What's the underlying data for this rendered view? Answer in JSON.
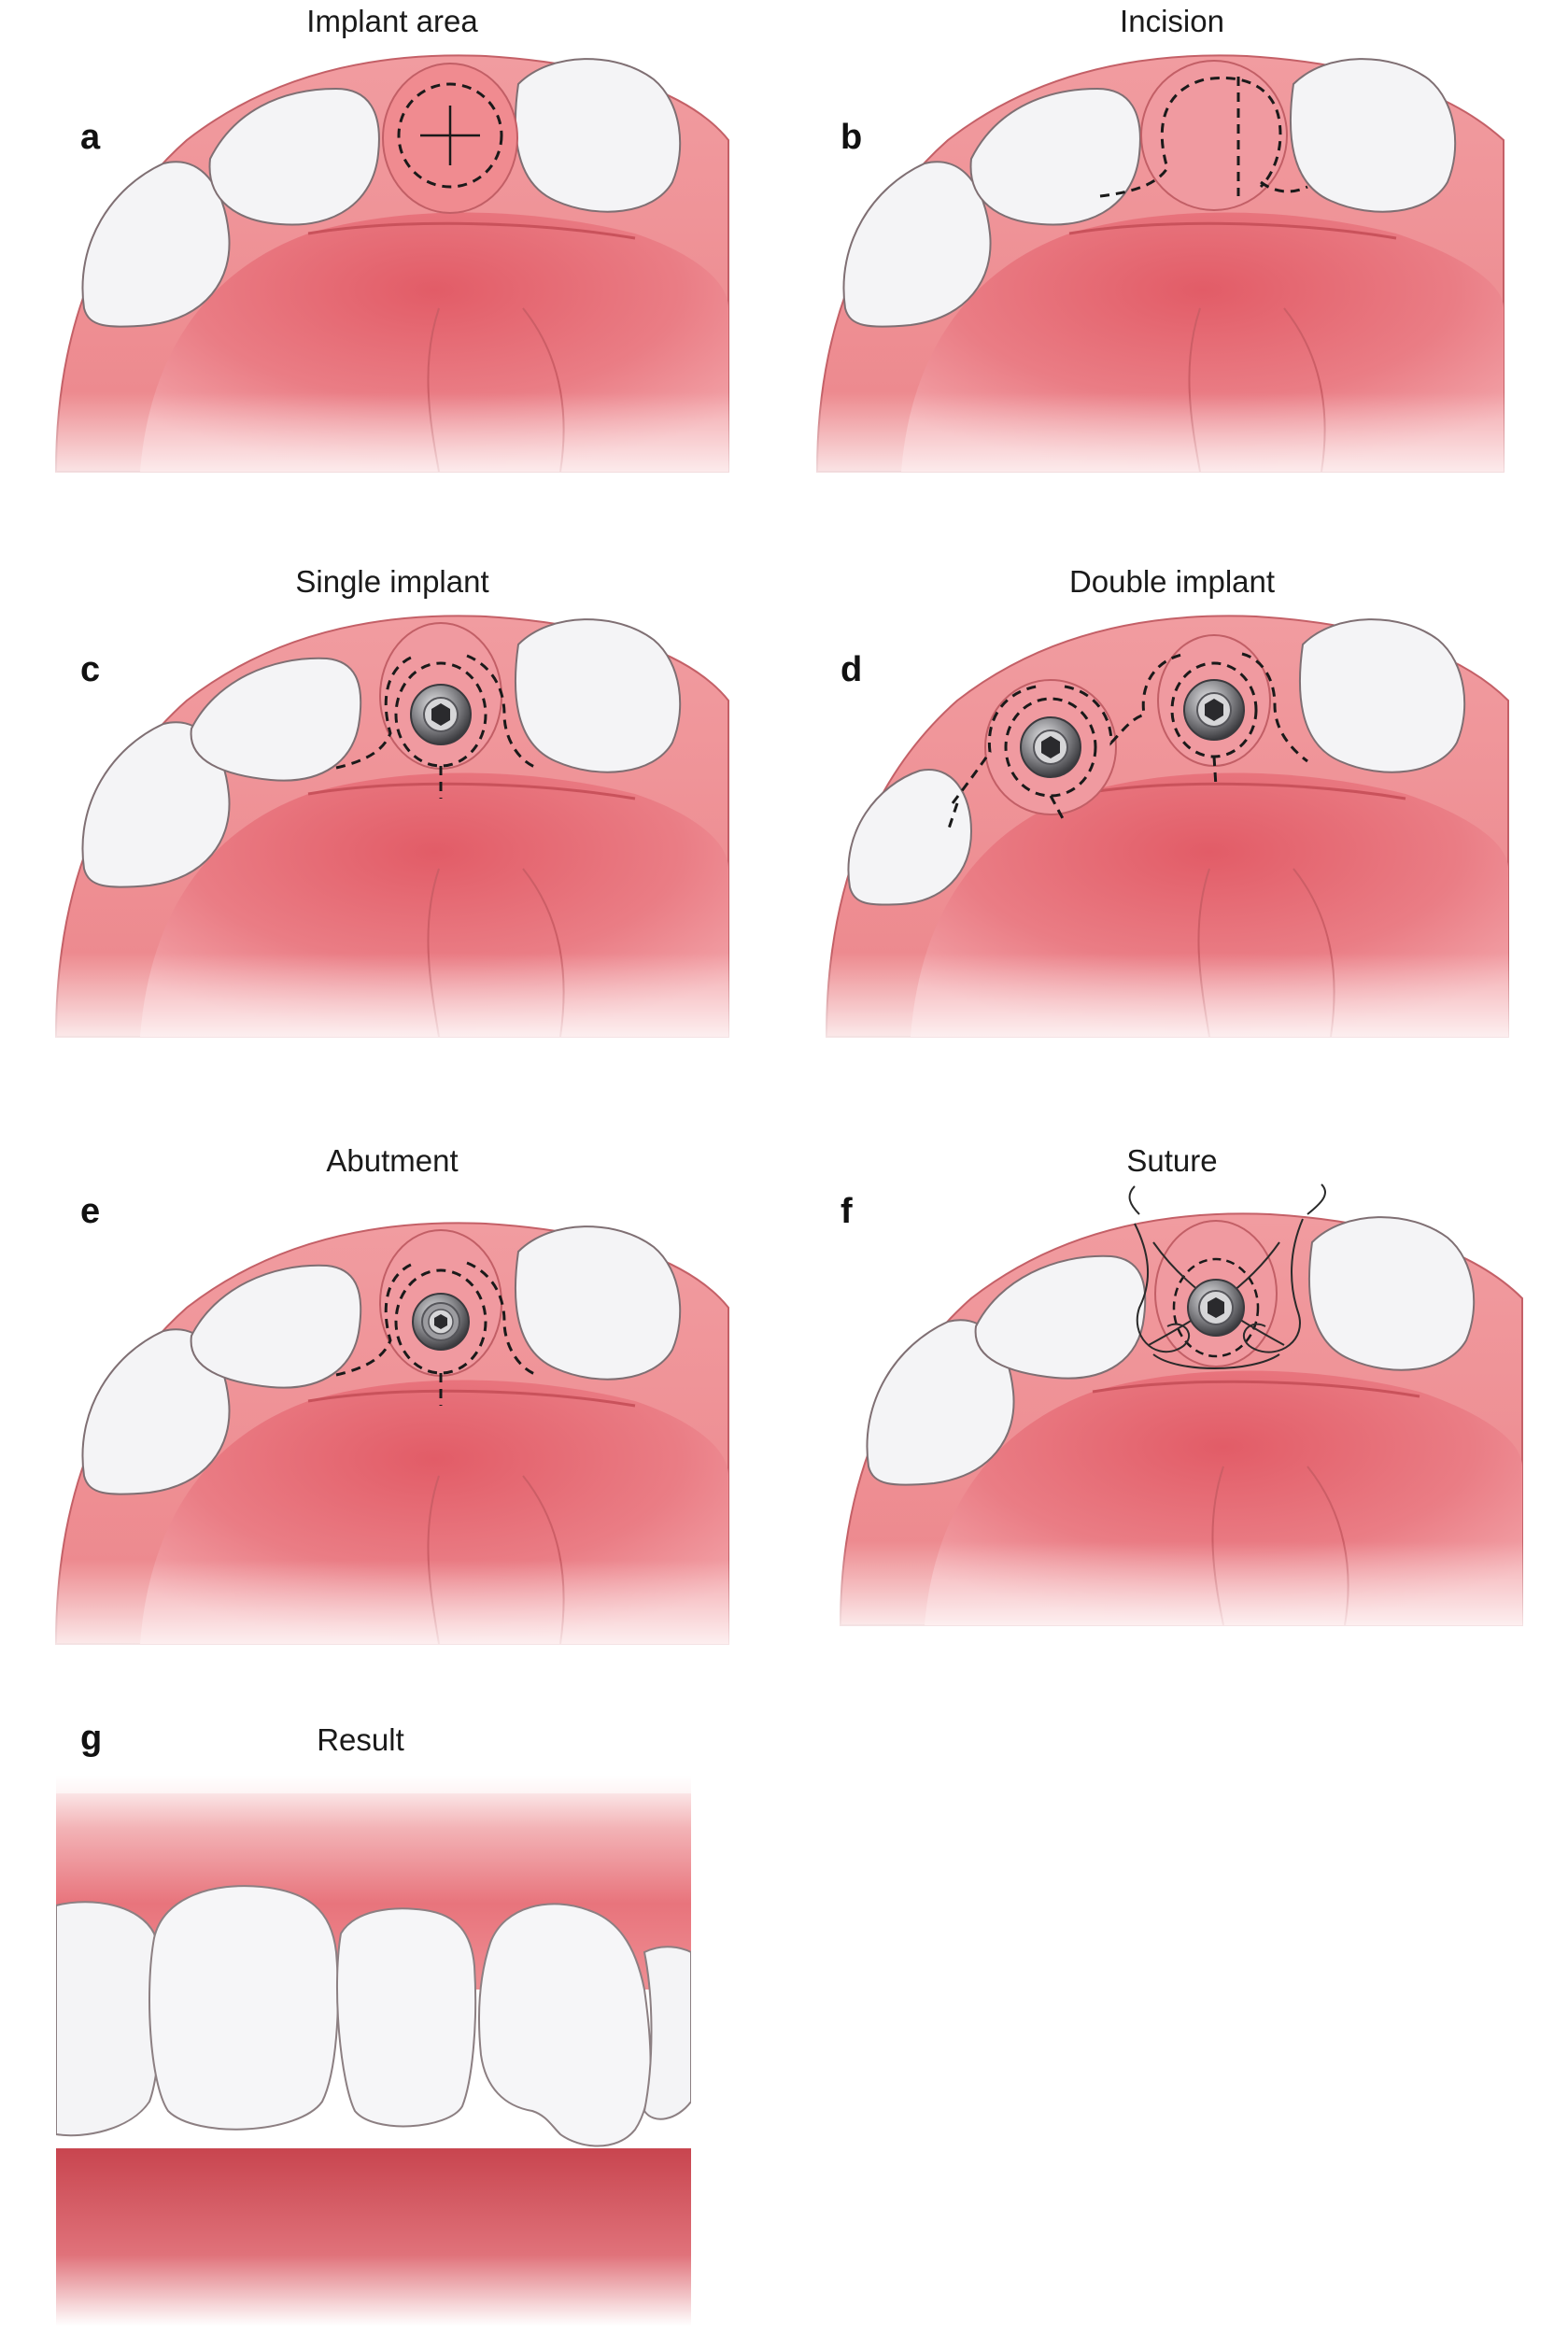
{
  "panels": [
    {
      "letter": "a",
      "title": "Implant area"
    },
    {
      "letter": "b",
      "title": "Incision"
    },
    {
      "letter": "c",
      "title": "Single implant"
    },
    {
      "letter": "d",
      "title": "Double implant"
    },
    {
      "letter": "e",
      "title": "Abutment"
    },
    {
      "letter": "f",
      "title": "Suture"
    },
    {
      "letter": "g",
      "title": "Result"
    }
  ],
  "colors": {
    "gum": "#ee8f92",
    "gum_dark": "#d9575f",
    "palate": "#e9737b",
    "tooth": "#f4f4f6",
    "tooth_edge": "#9a8c8f",
    "implant": "#7d7d80",
    "dash": "#1a1a1a"
  }
}
